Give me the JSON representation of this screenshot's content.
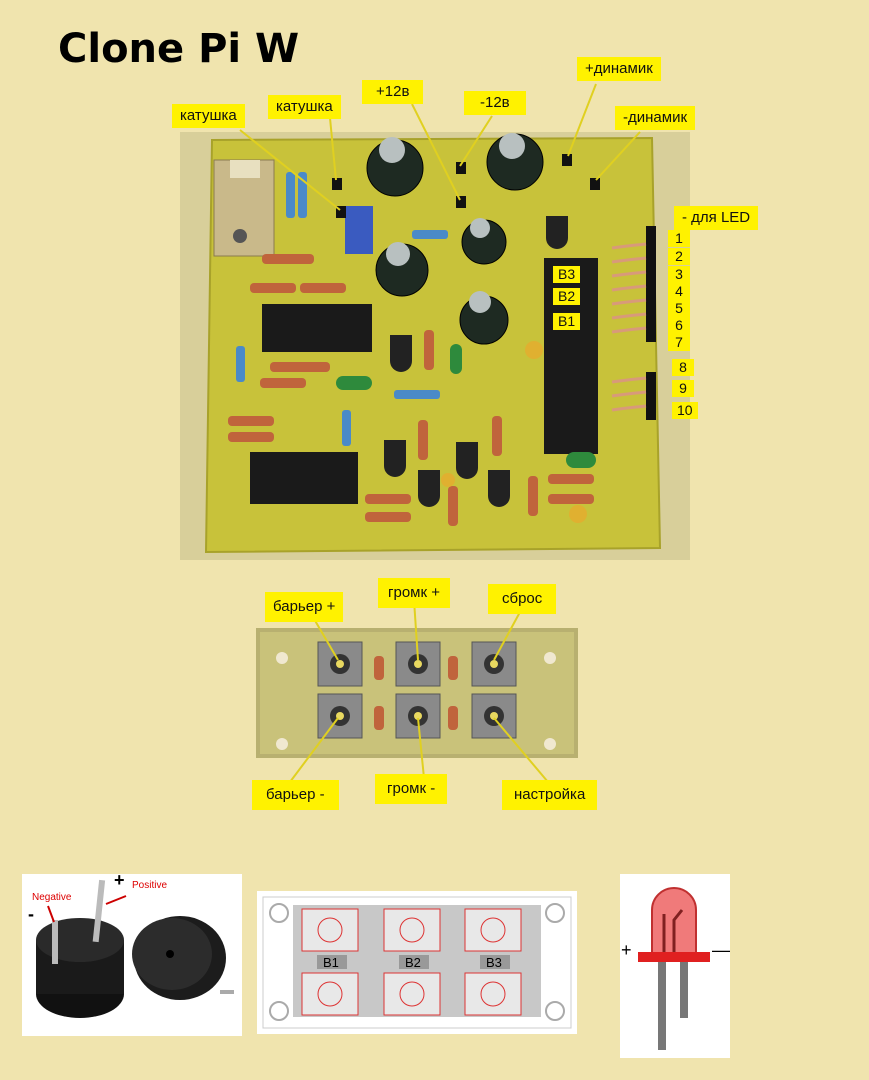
{
  "title": "Clone Pi W",
  "board_labels": {
    "coil_1": "катушка",
    "coil_2": "катушка",
    "plus_12v": "+12в",
    "minus_12v": "-12в",
    "speaker_plus": "+динамик",
    "speaker_minus": "-динамик",
    "led_minus": "- для LED",
    "b3": "B3",
    "b2": "B2",
    "b1": "B1"
  },
  "led_pins": [
    "1",
    "2",
    "3",
    "4",
    "5",
    "6",
    "7",
    "8",
    "9",
    "10"
  ],
  "button_labels": {
    "barrier_plus": "барьер +",
    "volume_plus": "громк +",
    "reset": "сброс",
    "barrier_minus": "барьер -",
    "volume_minus": "громк -",
    "setup": "настройка"
  },
  "buzzer": {
    "negative": "Negative",
    "positive": "Positive",
    "minus_sign": "-",
    "plus_sign": "+"
  },
  "layout_labels": [
    "B1",
    "B2",
    "B3"
  ],
  "led_signs": {
    "plus": "+",
    "minus": "—"
  },
  "colors": {
    "background": "#f0e4ae",
    "label": "#fff200",
    "pcb": "#c8c23a",
    "resistor": "#c0643c",
    "capacitor": "#1e2a22"
  }
}
